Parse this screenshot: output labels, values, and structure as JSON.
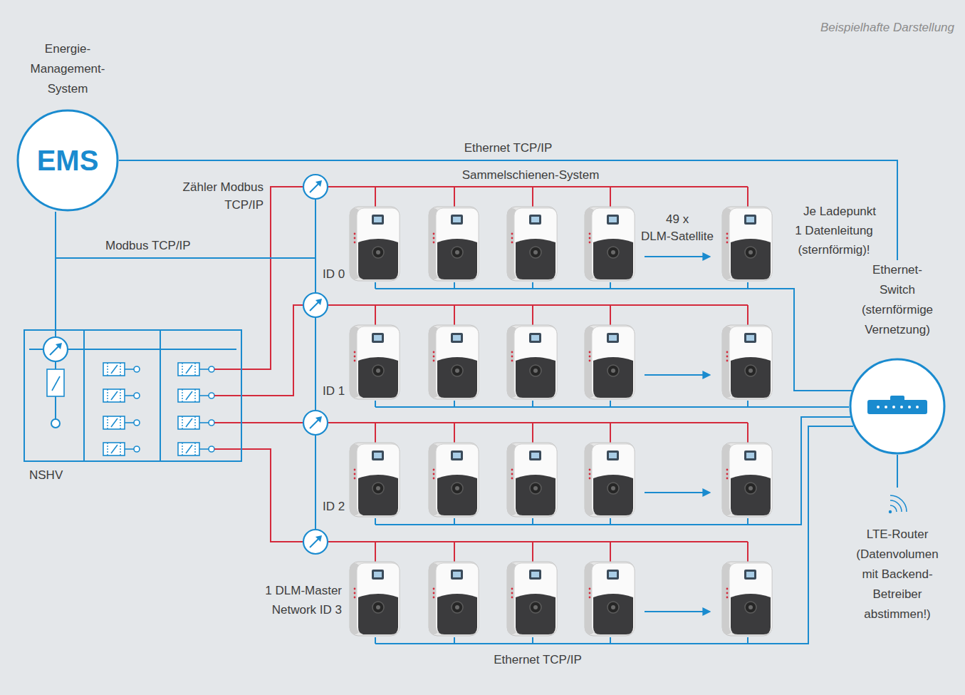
{
  "diagram": {
    "nodes": [
      {
        "text": [
          "Energie- Management- System",
          "EMS"
        ]
      },
      {
        "text": [
          "NSHV"
        ]
      },
      {
        "text": [
          "Ethernet- Switch (sternförmige Vernetzung)",
          "LTE-Router (Datenvolumen mit Backend- Betreiber abstimmen!)"
        ]
      }
    ],
    "edges": [
      {
        "from": 0,
        "to": 2,
        "arrow": "none",
        "label": "Ethernet TCP/IP"
      },
      {
        "from": 0,
        "to": 1,
        "arrow": "none"
      }
    ],
    "labels": [
      "Beispielhafte Darstellung",
      "Zähler Modbus TCP/IP",
      "Sammelschienen-System",
      "Modbus TCP/IP",
      "49 x DLM-Satellite",
      "Je Ladepunkt 1 Datenleitung (sternförmig)!",
      "ID 0",
      "ID 1",
      "ID 2",
      "1 DLM-Master Network ID 3",
      "Ethernet TCP/IP"
    ]
  }
}
